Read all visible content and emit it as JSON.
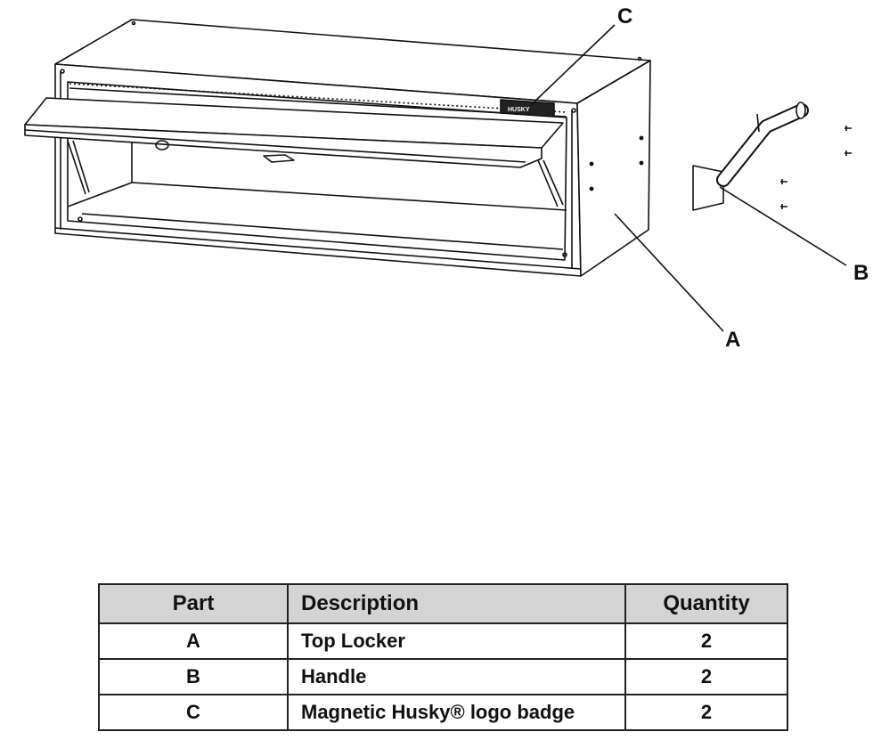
{
  "diagram": {
    "callouts": {
      "a": "A",
      "b": "B",
      "c": "C"
    },
    "badge_text": "HUSKY"
  },
  "table": {
    "headers": {
      "part": "Part",
      "description": "Description",
      "quantity": "Quantity"
    },
    "rows": [
      {
        "part": "A",
        "description": "Top Locker",
        "quantity": "2"
      },
      {
        "part": "B",
        "description": "Handle",
        "quantity": "2"
      },
      {
        "part": "C",
        "description": "Magnetic Husky® logo badge",
        "quantity": "2"
      }
    ]
  }
}
